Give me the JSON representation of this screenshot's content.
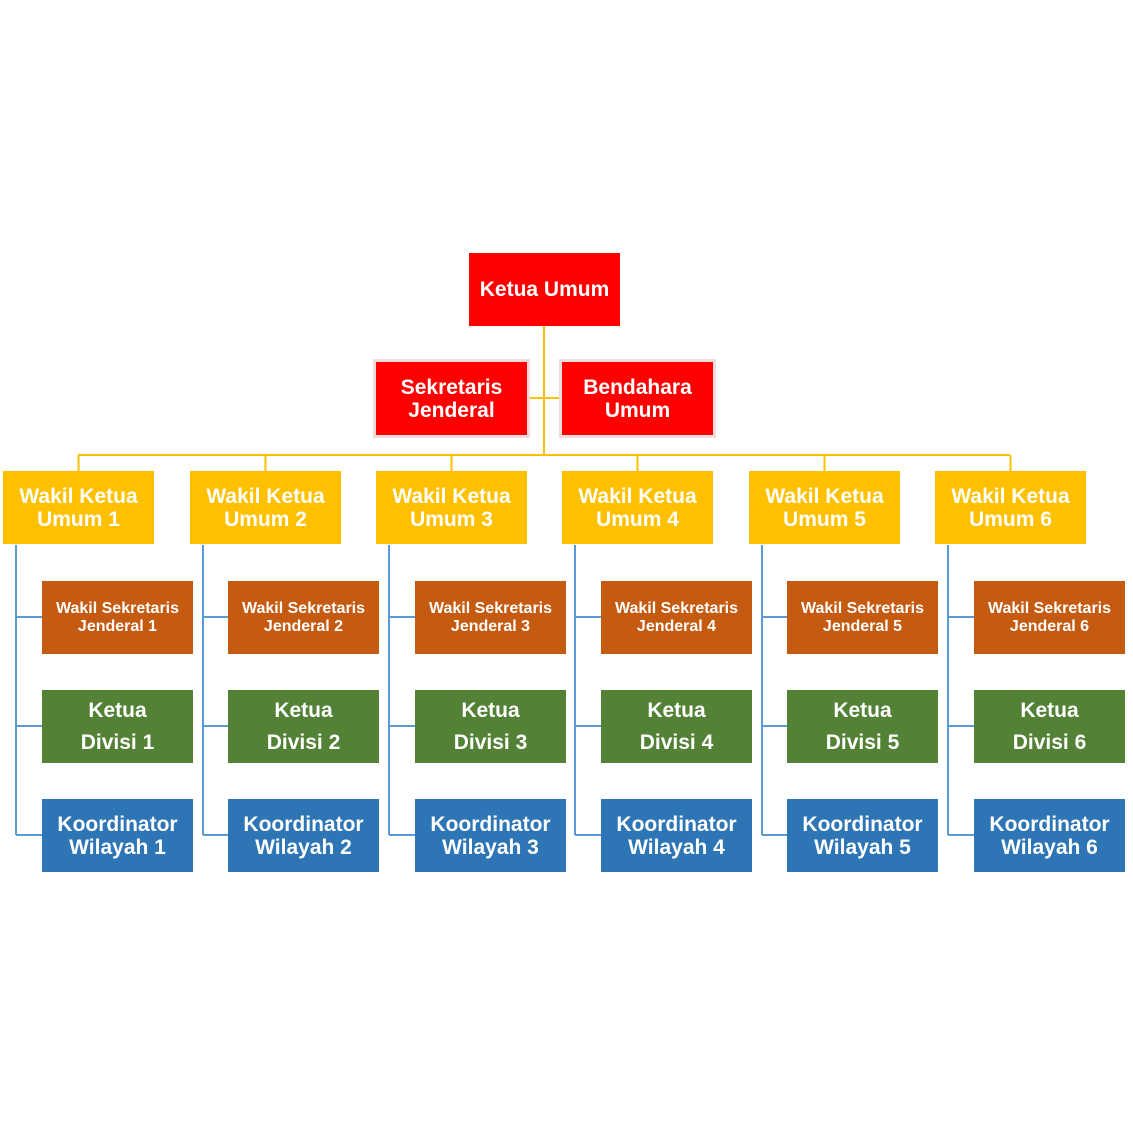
{
  "colors": {
    "red": "#ff0000",
    "officer_border": "#f2dcdb",
    "yellow": "#ffc000",
    "orange": "#c55a11",
    "green": "#538135",
    "blue": "#2e75b6",
    "connector_yellow": "#ffc000",
    "connector_blue": "#5b9bd5"
  },
  "top": {
    "line1": "Ketua Umum"
  },
  "officers": {
    "secretary": {
      "line1": "Sekretaris",
      "line2": "Jenderal"
    },
    "treasurer": {
      "line1": "Bendahara",
      "line2": "Umum"
    }
  },
  "branches": [
    {
      "deputy": [
        "Wakil Ketua",
        "Umum 1"
      ],
      "vice_secretary": [
        "Wakil Sekretaris",
        "Jenderal 1"
      ],
      "division": [
        "Ketua",
        "Divisi 1"
      ],
      "coordinator": [
        "Koordinator",
        "Wilayah 1"
      ]
    },
    {
      "deputy": [
        "Wakil Ketua",
        "Umum 2"
      ],
      "vice_secretary": [
        "Wakil Sekretaris",
        "Jenderal 2"
      ],
      "division": [
        "Ketua",
        "Divisi 2"
      ],
      "coordinator": [
        "Koordinator",
        "Wilayah 2"
      ]
    },
    {
      "deputy": [
        "Wakil Ketua",
        "Umum 3"
      ],
      "vice_secretary": [
        "Wakil Sekretaris",
        "Jenderal 3"
      ],
      "division": [
        "Ketua",
        "Divisi 3"
      ],
      "coordinator": [
        "Koordinator",
        "Wilayah 3"
      ]
    },
    {
      "deputy": [
        "Wakil Ketua",
        "Umum 4"
      ],
      "vice_secretary": [
        "Wakil Sekretaris",
        "Jenderal 4"
      ],
      "division": [
        "Ketua",
        "Divisi 4"
      ],
      "coordinator": [
        "Koordinator",
        "Wilayah 4"
      ]
    },
    {
      "deputy": [
        "Wakil Ketua",
        "Umum 5"
      ],
      "vice_secretary": [
        "Wakil Sekretaris",
        "Jenderal 5"
      ],
      "division": [
        "Ketua",
        "Divisi 5"
      ],
      "coordinator": [
        "Koordinator",
        "Wilayah 5"
      ]
    },
    {
      "deputy": [
        "Wakil Ketua",
        "Umum 6"
      ],
      "vice_secretary": [
        "Wakil Sekretaris",
        "Jenderal 6"
      ],
      "division": [
        "Ketua",
        "Divisi 6"
      ],
      "coordinator": [
        "Koordinator",
        "Wilayah 6"
      ]
    }
  ]
}
